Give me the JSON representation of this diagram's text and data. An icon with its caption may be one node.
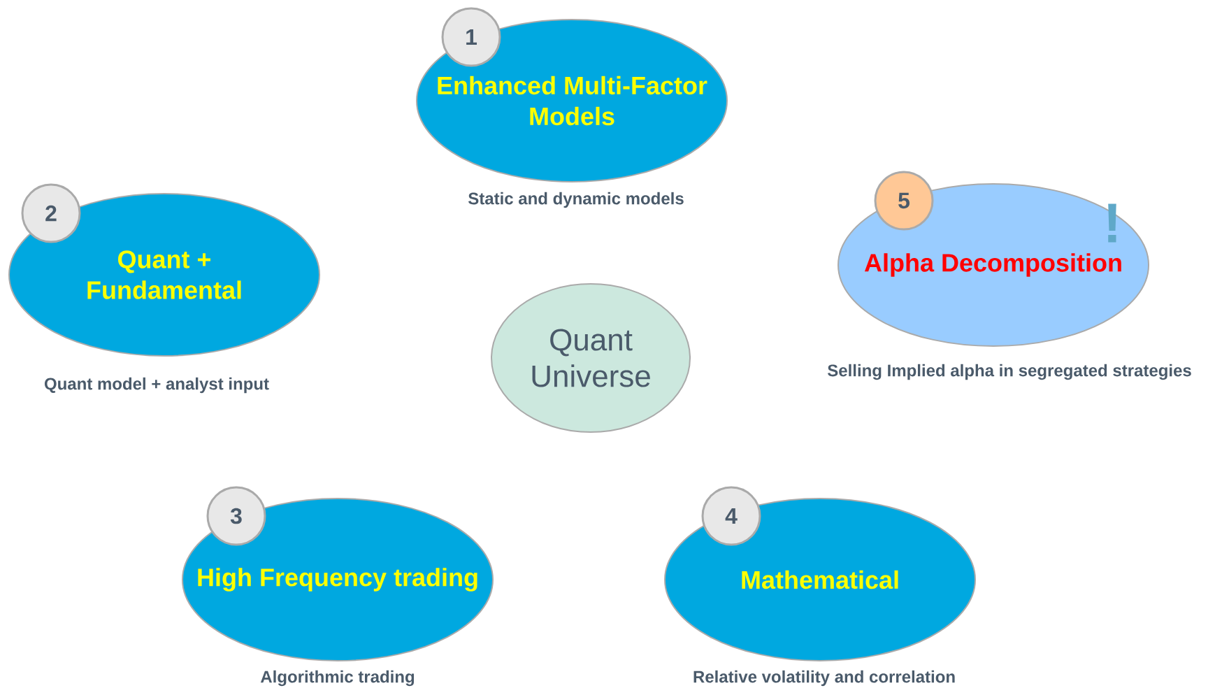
{
  "diagram": {
    "nodes": [
      {
        "text": [
          "1"
        ]
      },
      {
        "text": [
          "Enhanced Multi-Factor Models"
        ],
        "beside": [
          "Static and dynamic models"
        ]
      },
      {
        "text": [
          "2"
        ]
      },
      {
        "text": [
          "Quant + Fundamental"
        ],
        "beside": [
          "Quant model + analyst input"
        ]
      },
      {
        "text": [
          "5"
        ]
      },
      {
        "text": [
          "Alpha Decomposition"
        ],
        "beside": [
          "Selling Implied alpha in segregated strategies"
        ]
      },
      {
        "text": [
          "Quant Universe"
        ]
      },
      {
        "text": [
          "3"
        ]
      },
      {
        "text": [
          "High Frequency trading"
        ],
        "beside": [
          "Algorithmic trading"
        ]
      },
      {
        "text": [
          "4"
        ]
      },
      {
        "text": [
          "Mathematical"
        ],
        "beside": [
          "Relative volatility and correlation"
        ]
      }
    ],
    "labels": [
      "!"
    ]
  }
}
